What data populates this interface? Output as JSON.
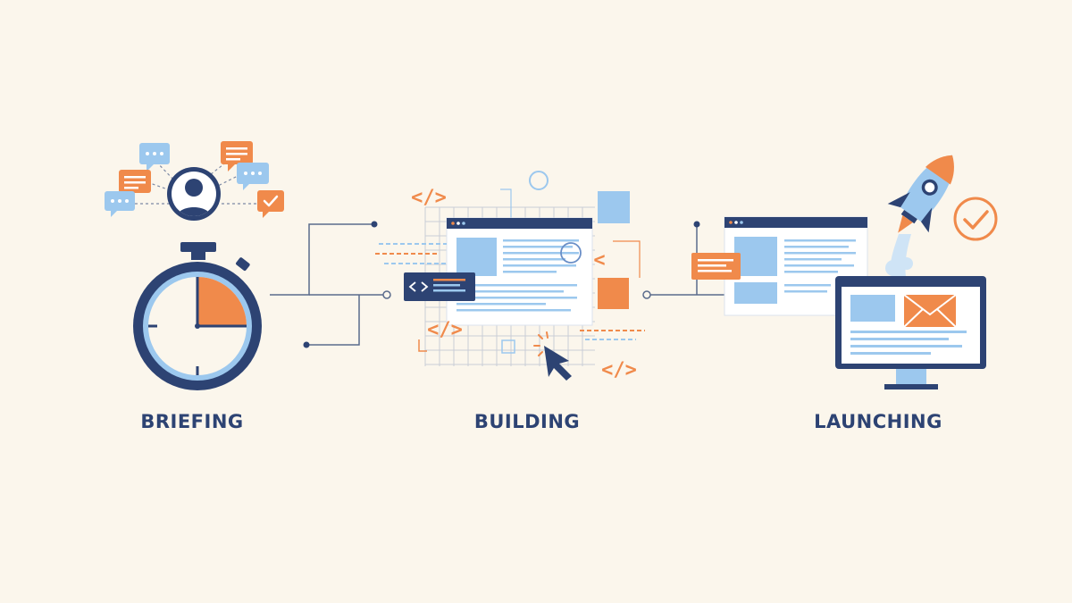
{
  "stages": [
    {
      "id": "briefing",
      "label": "BRIEFING",
      "progress": 0.25
    },
    {
      "id": "building",
      "label": "BUILDING"
    },
    {
      "id": "launching",
      "label": "LAUNCHING"
    }
  ],
  "code_tag": "</>",
  "code_chevron": "<",
  "colors": {
    "background": "#fbf6ec",
    "navy": "#2d4373",
    "orange": "#f08a4b",
    "light_blue": "#9cc8ee",
    "pale_blue": "#cfe4f6",
    "white": "#ffffff",
    "grid": "#c9cdd6"
  },
  "icons": [
    "chat-bubble-icon",
    "user-avatar-icon",
    "stopwatch-icon",
    "code-tag-icon",
    "cursor-icon",
    "browser-window-icon",
    "rocket-icon",
    "check-circle-icon",
    "monitor-icon",
    "mail-icon"
  ]
}
